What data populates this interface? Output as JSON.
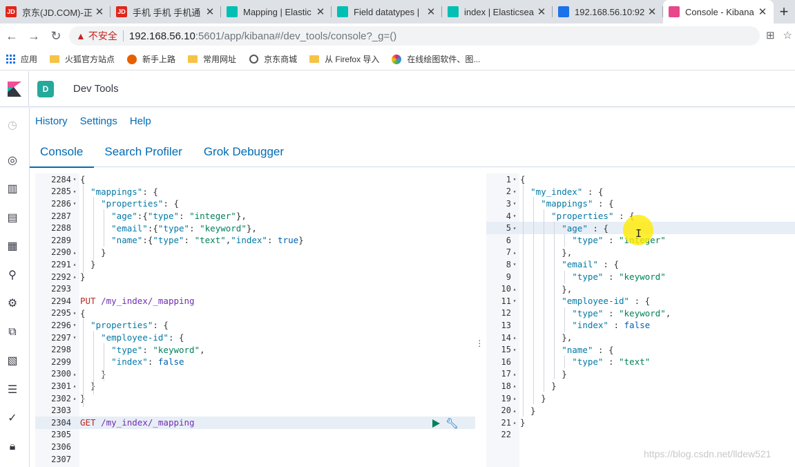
{
  "browser": {
    "tabs": [
      {
        "title": "京东(JD.COM)-正",
        "icon": "jd-icon",
        "color": "#e1251b",
        "letter": "JD",
        "active": false
      },
      {
        "title": "手机 手机 手机通",
        "icon": "jd-icon",
        "color": "#e1251b",
        "letter": "JD",
        "active": false
      },
      {
        "title": "Mapping | Elastic",
        "icon": "elastic-icon",
        "color": "#00bfb3",
        "letter": "",
        "active": false
      },
      {
        "title": "Field datatypes |",
        "icon": "elastic-icon",
        "color": "#00bfb3",
        "letter": "",
        "active": false
      },
      {
        "title": "index | Elasticsea",
        "icon": "elastic-icon",
        "color": "#00bfb3",
        "letter": "",
        "active": false
      },
      {
        "title": "192.168.56.10:92",
        "icon": "elastic-globe-icon",
        "color": "#1a73e8",
        "letter": "",
        "active": false
      },
      {
        "title": "Console - Kibana",
        "icon": "kibana-icon",
        "color": "#e8478b",
        "letter": "",
        "active": true
      }
    ],
    "new_tab": "+",
    "security_label": "不安全",
    "url_host": "192.168.56.10",
    "url_path": ":5601/app/kibana#/dev_tools/console?_g=()",
    "bookmarks": [
      {
        "label": "应用",
        "icon": "apps-icon"
      },
      {
        "label": "火狐官方站点",
        "icon": "folder-icon"
      },
      {
        "label": "新手上路",
        "icon": "firefox-icon"
      },
      {
        "label": "常用网址",
        "icon": "folder-icon"
      },
      {
        "label": "京东商城",
        "icon": "globe-icon"
      },
      {
        "label": "从 Firefox 导入",
        "icon": "folder-icon"
      },
      {
        "label": "在线绘图软件、图...",
        "icon": "drawing-icon"
      }
    ]
  },
  "kibana": {
    "space_letter": "D",
    "breadcrumb": "Dev Tools",
    "submenu": [
      "History",
      "Settings",
      "Help"
    ],
    "tabs": [
      "Console",
      "Search Profiler",
      "Grok Debugger"
    ],
    "active_tab": "Console",
    "colors": {
      "link": "#006bb4",
      "space": "#25a99c",
      "key": "#0079a5",
      "string": "#00805a",
      "verb": "#bd271e"
    }
  },
  "request_editor": {
    "lines": [
      {
        "n": "2284",
        "fold": "▾",
        "tokens": [
          {
            "t": "{",
            "c": ""
          }
        ]
      },
      {
        "n": "2285",
        "fold": "▾",
        "tokens": [
          {
            "t": "  ",
            "c": ""
          },
          {
            "t": "\"mappings\"",
            "c": "k-key"
          },
          {
            "t": ": {",
            "c": ""
          }
        ]
      },
      {
        "n": "2286",
        "fold": "▾",
        "tokens": [
          {
            "t": "    ",
            "c": ""
          },
          {
            "t": "\"properties\"",
            "c": "k-key"
          },
          {
            "t": ": {",
            "c": ""
          }
        ]
      },
      {
        "n": "2287",
        "fold": "",
        "tokens": [
          {
            "t": "      ",
            "c": ""
          },
          {
            "t": "\"age\"",
            "c": "k-key"
          },
          {
            "t": ":{",
            "c": ""
          },
          {
            "t": "\"type\"",
            "c": "k-key"
          },
          {
            "t": ": ",
            "c": ""
          },
          {
            "t": "\"integer\"",
            "c": "k-str"
          },
          {
            "t": "},",
            "c": ""
          }
        ]
      },
      {
        "n": "2288",
        "fold": "",
        "tokens": [
          {
            "t": "      ",
            "c": ""
          },
          {
            "t": "\"email\"",
            "c": "k-key"
          },
          {
            "t": ":{",
            "c": ""
          },
          {
            "t": "\"type\"",
            "c": "k-key"
          },
          {
            "t": ": ",
            "c": ""
          },
          {
            "t": "\"keyword\"",
            "c": "k-str"
          },
          {
            "t": "},",
            "c": ""
          }
        ]
      },
      {
        "n": "2289",
        "fold": "",
        "tokens": [
          {
            "t": "      ",
            "c": ""
          },
          {
            "t": "\"name\"",
            "c": "k-key"
          },
          {
            "t": ":{",
            "c": ""
          },
          {
            "t": "\"type\"",
            "c": "k-key"
          },
          {
            "t": ": ",
            "c": ""
          },
          {
            "t": "\"text\"",
            "c": "k-str"
          },
          {
            "t": ",",
            "c": ""
          },
          {
            "t": "\"index\"",
            "c": "k-key"
          },
          {
            "t": ": ",
            "c": ""
          },
          {
            "t": "true",
            "c": "k-bool"
          },
          {
            "t": "}",
            "c": ""
          }
        ]
      },
      {
        "n": "2290",
        "fold": "▴",
        "tokens": [
          {
            "t": "    }",
            "c": ""
          }
        ]
      },
      {
        "n": "2291",
        "fold": "▴",
        "tokens": [
          {
            "t": "  }",
            "c": ""
          }
        ]
      },
      {
        "n": "2292",
        "fold": "▴",
        "tokens": [
          {
            "t": "}",
            "c": ""
          }
        ]
      },
      {
        "n": "2293",
        "fold": "",
        "tokens": []
      },
      {
        "n": "2294",
        "fold": "",
        "tokens": [
          {
            "t": "PUT",
            "c": "k-verb"
          },
          {
            "t": " ",
            "c": ""
          },
          {
            "t": "/my_index/_mapping",
            "c": "k-url"
          }
        ]
      },
      {
        "n": "2295",
        "fold": "▾",
        "tokens": [
          {
            "t": "{",
            "c": ""
          }
        ]
      },
      {
        "n": "2296",
        "fold": "▾",
        "tokens": [
          {
            "t": "  ",
            "c": ""
          },
          {
            "t": "\"properties\"",
            "c": "k-key"
          },
          {
            "t": ": {",
            "c": ""
          }
        ]
      },
      {
        "n": "2297",
        "fold": "▾",
        "tokens": [
          {
            "t": "    ",
            "c": ""
          },
          {
            "t": "\"employee-id\"",
            "c": "k-key"
          },
          {
            "t": ": {",
            "c": ""
          }
        ]
      },
      {
        "n": "2298",
        "fold": "",
        "tokens": [
          {
            "t": "      ",
            "c": ""
          },
          {
            "t": "\"type\"",
            "c": "k-key"
          },
          {
            "t": ": ",
            "c": ""
          },
          {
            "t": "\"keyword\"",
            "c": "k-str"
          },
          {
            "t": ",",
            "c": ""
          }
        ]
      },
      {
        "n": "2299",
        "fold": "",
        "tokens": [
          {
            "t": "      ",
            "c": ""
          },
          {
            "t": "\"index\"",
            "c": "k-key"
          },
          {
            "t": ": ",
            "c": ""
          },
          {
            "t": "false",
            "c": "k-bool"
          }
        ]
      },
      {
        "n": "2300",
        "fold": "▴",
        "tokens": [
          {
            "t": "    }",
            "c": ""
          }
        ]
      },
      {
        "n": "2301",
        "fold": "▴",
        "tokens": [
          {
            "t": "  }",
            "c": ""
          }
        ]
      },
      {
        "n": "2302",
        "fold": "▴",
        "tokens": [
          {
            "t": "}",
            "c": ""
          }
        ]
      },
      {
        "n": "2303",
        "fold": "",
        "tokens": []
      },
      {
        "n": "2304",
        "fold": "",
        "active": true,
        "tokens": [
          {
            "t": "GET",
            "c": "k-verb"
          },
          {
            "t": " ",
            "c": ""
          },
          {
            "t": "/my_index/_mapping",
            "c": "k-url"
          }
        ]
      },
      {
        "n": "2305",
        "fold": "",
        "tokens": []
      },
      {
        "n": "2306",
        "fold": "",
        "tokens": []
      },
      {
        "n": "2307",
        "fold": "",
        "tokens": []
      }
    ]
  },
  "response_editor": {
    "lines": [
      {
        "n": "1",
        "fold": "▾",
        "tokens": [
          {
            "t": "{",
            "c": ""
          }
        ]
      },
      {
        "n": "2",
        "fold": "▾",
        "tokens": [
          {
            "t": "  ",
            "c": ""
          },
          {
            "t": "\"my_index\"",
            "c": "k-key"
          },
          {
            "t": " : {",
            "c": ""
          }
        ]
      },
      {
        "n": "3",
        "fold": "▾",
        "tokens": [
          {
            "t": "    ",
            "c": ""
          },
          {
            "t": "\"mappings\"",
            "c": "k-key"
          },
          {
            "t": " : {",
            "c": ""
          }
        ]
      },
      {
        "n": "4",
        "fold": "▾",
        "tokens": [
          {
            "t": "      ",
            "c": ""
          },
          {
            "t": "\"properties\"",
            "c": "k-key"
          },
          {
            "t": " : {",
            "c": ""
          }
        ]
      },
      {
        "n": "5",
        "fold": "▾",
        "active": true,
        "tokens": [
          {
            "t": "        ",
            "c": ""
          },
          {
            "t": "\"age\"",
            "c": "k-key"
          },
          {
            "t": " : {",
            "c": ""
          }
        ]
      },
      {
        "n": "6",
        "fold": "",
        "tokens": [
          {
            "t": "          ",
            "c": ""
          },
          {
            "t": "\"type\"",
            "c": "k-key"
          },
          {
            "t": " : ",
            "c": ""
          },
          {
            "t": "\"integer\"",
            "c": "k-str"
          }
        ]
      },
      {
        "n": "7",
        "fold": "▴",
        "tokens": [
          {
            "t": "        },",
            "c": ""
          }
        ]
      },
      {
        "n": "8",
        "fold": "▾",
        "tokens": [
          {
            "t": "        ",
            "c": ""
          },
          {
            "t": "\"email\"",
            "c": "k-key"
          },
          {
            "t": " : {",
            "c": ""
          }
        ]
      },
      {
        "n": "9",
        "fold": "",
        "tokens": [
          {
            "t": "          ",
            "c": ""
          },
          {
            "t": "\"type\"",
            "c": "k-key"
          },
          {
            "t": " : ",
            "c": ""
          },
          {
            "t": "\"keyword\"",
            "c": "k-str"
          }
        ]
      },
      {
        "n": "10",
        "fold": "▴",
        "tokens": [
          {
            "t": "        },",
            "c": ""
          }
        ]
      },
      {
        "n": "11",
        "fold": "▾",
        "tokens": [
          {
            "t": "        ",
            "c": ""
          },
          {
            "t": "\"employee-id\"",
            "c": "k-key"
          },
          {
            "t": " : {",
            "c": ""
          }
        ]
      },
      {
        "n": "12",
        "fold": "",
        "tokens": [
          {
            "t": "          ",
            "c": ""
          },
          {
            "t": "\"type\"",
            "c": "k-key"
          },
          {
            "t": " : ",
            "c": ""
          },
          {
            "t": "\"keyword\"",
            "c": "k-str"
          },
          {
            "t": ",",
            "c": ""
          }
        ]
      },
      {
        "n": "13",
        "fold": "",
        "tokens": [
          {
            "t": "          ",
            "c": ""
          },
          {
            "t": "\"index\"",
            "c": "k-key"
          },
          {
            "t": " : ",
            "c": ""
          },
          {
            "t": "false",
            "c": "k-bool"
          }
        ]
      },
      {
        "n": "14",
        "fold": "▴",
        "tokens": [
          {
            "t": "        },",
            "c": ""
          }
        ]
      },
      {
        "n": "15",
        "fold": "▾",
        "tokens": [
          {
            "t": "        ",
            "c": ""
          },
          {
            "t": "\"name\"",
            "c": "k-key"
          },
          {
            "t": " : {",
            "c": ""
          }
        ]
      },
      {
        "n": "16",
        "fold": "",
        "tokens": [
          {
            "t": "          ",
            "c": ""
          },
          {
            "t": "\"type\"",
            "c": "k-key"
          },
          {
            "t": " : ",
            "c": ""
          },
          {
            "t": "\"text\"",
            "c": "k-str"
          }
        ]
      },
      {
        "n": "17",
        "fold": "▴",
        "tokens": [
          {
            "t": "        }",
            "c": ""
          }
        ]
      },
      {
        "n": "18",
        "fold": "▴",
        "tokens": [
          {
            "t": "      }",
            "c": ""
          }
        ]
      },
      {
        "n": "19",
        "fold": "▴",
        "tokens": [
          {
            "t": "    }",
            "c": ""
          }
        ]
      },
      {
        "n": "20",
        "fold": "▴",
        "tokens": [
          {
            "t": "  }",
            "c": ""
          }
        ]
      },
      {
        "n": "21",
        "fold": "▴",
        "tokens": [
          {
            "t": "}",
            "c": ""
          }
        ]
      },
      {
        "n": "22",
        "fold": "",
        "tokens": []
      }
    ]
  },
  "watermark": "https://blog.csdn.net/lldew521"
}
